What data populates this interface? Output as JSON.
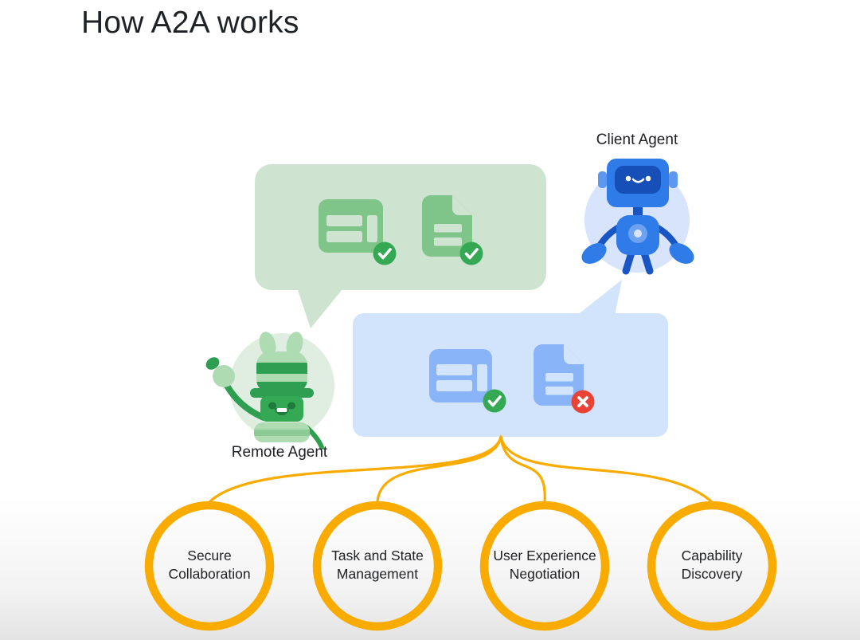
{
  "title": "How A2A works",
  "agents": {
    "client": {
      "label": "Client Agent",
      "accent_color": "#2F7BE8",
      "circle_color": "#D8E4FB"
    },
    "remote": {
      "label": "Remote Agent",
      "accent_color": "#2E9E50",
      "circle_color": "#DFEEE0"
    }
  },
  "bubbles": {
    "remote_message": {
      "background": "#CEE4D0",
      "icon_color": "#7FC489",
      "items": [
        {
          "icon": "table-card-icon",
          "badge": "check-badge-icon",
          "badge_color": "#34A853"
        },
        {
          "icon": "document-icon",
          "badge": "check-badge-icon",
          "badge_color": "#34A853"
        }
      ]
    },
    "client_message": {
      "background": "#D2E3FC",
      "icon_color": "#8AB4F8",
      "items": [
        {
          "icon": "table-card-icon",
          "badge": "check-badge-icon",
          "badge_color": "#34A853"
        },
        {
          "icon": "document-icon",
          "badge": "error-badge-icon",
          "badge_color": "#EA4335"
        }
      ]
    }
  },
  "features": {
    "connector_color": "#F9AB00",
    "items": [
      {
        "line1": "Secure",
        "line2": "Collaboration"
      },
      {
        "line1": "Task and State",
        "line2": "Management"
      },
      {
        "line1": "User Experience",
        "line2": "Negotiation"
      },
      {
        "line1": "Capability",
        "line2": "Discovery"
      }
    ]
  }
}
